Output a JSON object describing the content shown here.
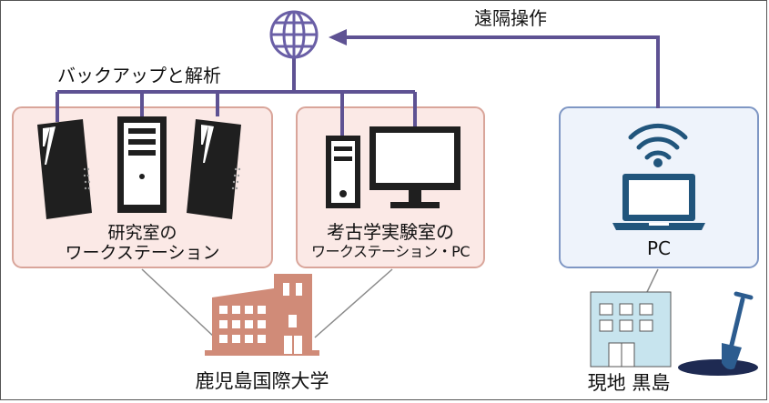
{
  "diagram": {
    "remote_label": "遠隔操作",
    "backup_label": "バックアップと解析",
    "lab_workstations": {
      "line1": "研究室の",
      "line2": "ワークステーション"
    },
    "archaeology_workstations": {
      "line1": "考古学実験室の",
      "line2": "ワークステーション・PC"
    },
    "field_pc_label": "PC",
    "university_label": "鹿児島国際大学",
    "field_site_label": "現地 黒島"
  },
  "colors": {
    "network_line": "#5e5293",
    "globe": "#6a5fa6",
    "device_dark": "#1f1f1f",
    "lab_box_fill": "#fbe9e6",
    "lab_box_border": "#d9a59a",
    "field_box_fill": "#eef3fb",
    "field_box_border": "#7f97c4",
    "laptop_wifi": "#21557c",
    "university_building": "#d08b78",
    "field_building": "#c7e4ee",
    "shovel": "#2c5c8f",
    "dig_hole": "#1e2a52"
  }
}
